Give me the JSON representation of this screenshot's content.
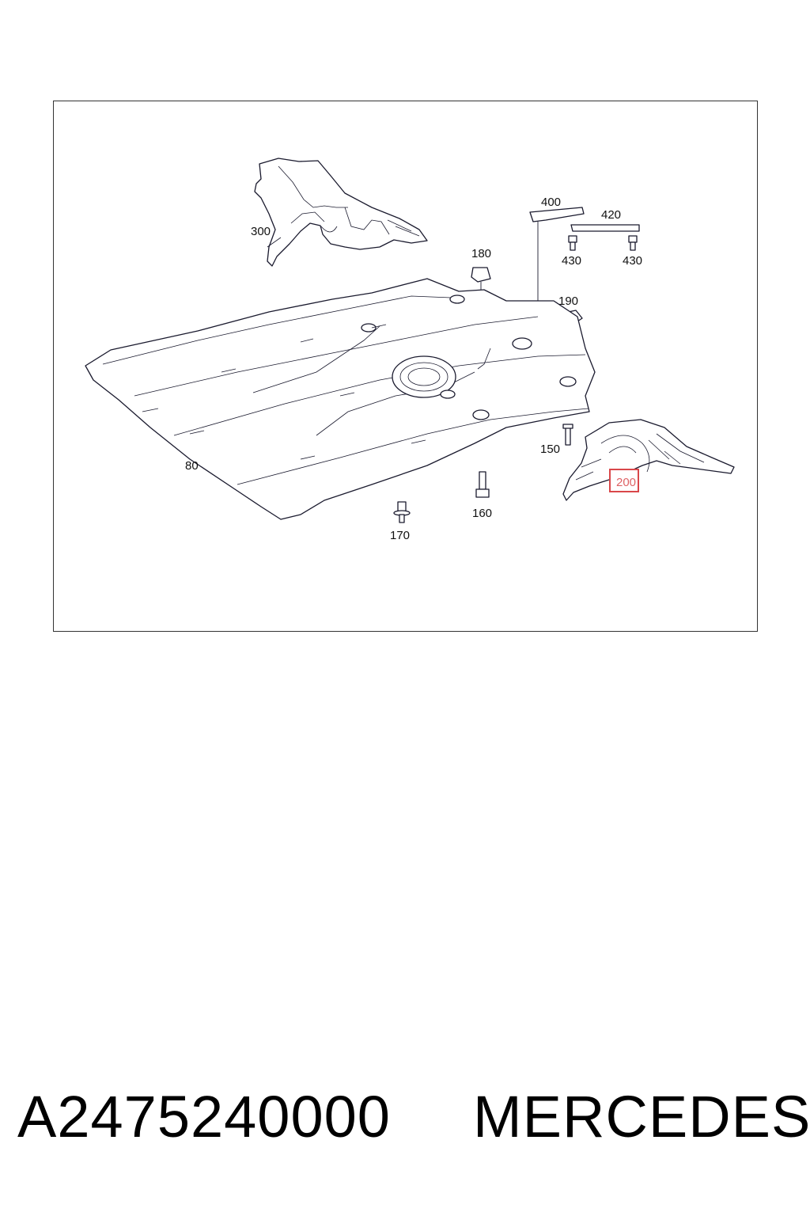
{
  "diagram": {
    "callouts": {
      "c300": "300",
      "c400": "400",
      "c420": "420",
      "c430a": "430",
      "c430b": "430",
      "c180": "180",
      "c190": "190",
      "c150": "150",
      "c200": "200",
      "c80": "80",
      "c160": "160",
      "c170": "170"
    },
    "highlighted_callout": "200",
    "highlight_color": "#d9474a"
  },
  "footer": {
    "part_number": "A2475240000",
    "brand": "MERCEDES"
  }
}
